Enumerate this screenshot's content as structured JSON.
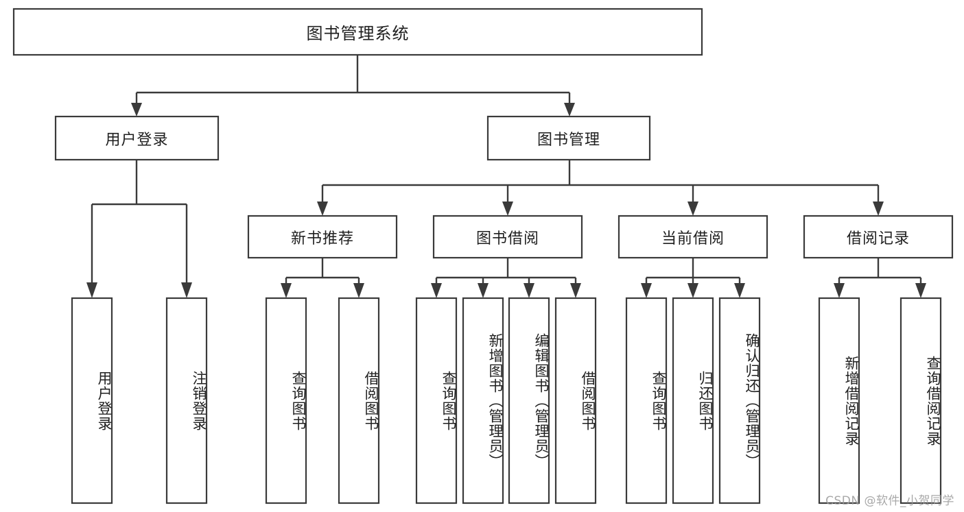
{
  "diagram": {
    "title": "图书管理系统",
    "type": "hierarchy-tree",
    "orientation": "top-down",
    "colors": {
      "box_stroke": "#3a3a3a",
      "box_fill": "#ffffff",
      "connector": "#3a3a3a",
      "text": "#1f1f1f",
      "background": "#ffffff",
      "watermark": "#9a9a9a"
    },
    "root": {
      "label": "图书管理系统"
    },
    "level2": [
      {
        "label": "用户登录"
      },
      {
        "label": "图书管理"
      }
    ],
    "level3": [
      {
        "label": "新书推荐"
      },
      {
        "label": "图书借阅"
      },
      {
        "label": "当前借阅"
      },
      {
        "label": "借阅记录"
      }
    ],
    "leaves": {
      "user_login": [
        {
          "label": "用户登录"
        },
        {
          "label": "注销登录"
        }
      ],
      "new_book": [
        {
          "label": "查询图书"
        },
        {
          "label": "借阅图书"
        }
      ],
      "book_borrow": [
        {
          "label": "查询图书"
        },
        {
          "label": "新增图书（管理员）"
        },
        {
          "label": "编辑图书（管理员）"
        },
        {
          "label": "借阅图书"
        }
      ],
      "current_borrow": [
        {
          "label": "查询图书"
        },
        {
          "label": "归还图书"
        },
        {
          "label": "确认归还（管理员）"
        }
      ],
      "borrow_record": [
        {
          "label": "新增借阅记录"
        },
        {
          "label": "查询借阅记录"
        }
      ]
    }
  },
  "watermark": {
    "text": "CSDN @软件_小贺同学"
  }
}
